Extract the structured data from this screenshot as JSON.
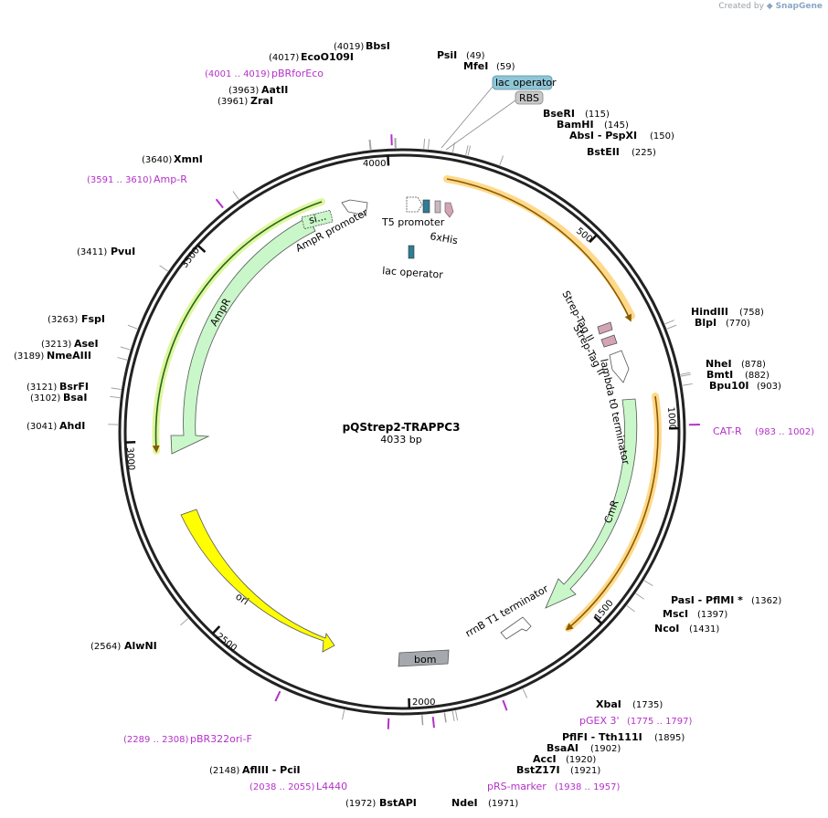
{
  "credit": {
    "prefix": "Created by",
    "brand": "SnapGene"
  },
  "plasmid": {
    "name": "pQStrep2-TRAPPC3",
    "size_label": "4033 bp",
    "length": 4033
  },
  "ticks": [
    {
      "bp": 500,
      "label": "500"
    },
    {
      "bp": 1000,
      "label": "1000"
    },
    {
      "bp": 1500,
      "label": "1500"
    },
    {
      "bp": 2000,
      "label": "2000"
    },
    {
      "bp": 2500,
      "label": "2500"
    },
    {
      "bp": 3000,
      "label": "3000"
    },
    {
      "bp": 3500,
      "label": "3500"
    },
    {
      "bp": 4000,
      "label": "4000"
    }
  ],
  "enzymes": [
    {
      "name": "BbsI",
      "pos": "(4019)",
      "bp": 4019
    },
    {
      "name": "EcoO109I",
      "pos": "(4017)",
      "bp": 4017
    },
    {
      "name": "AatII",
      "pos": "(3963)",
      "bp": 3963
    },
    {
      "name": "ZraI",
      "pos": "(3961)",
      "bp": 3961
    },
    {
      "name": "XmnI",
      "pos": "(3640)",
      "bp": 3640
    },
    {
      "name": "PvuI",
      "pos": "(3411)",
      "bp": 3411
    },
    {
      "name": "FspI",
      "pos": "(3263)",
      "bp": 3263
    },
    {
      "name": "AseI",
      "pos": "(3213)",
      "bp": 3213
    },
    {
      "name": "NmeAIII",
      "pos": "(3189)",
      "bp": 3189
    },
    {
      "name": "BsrFI",
      "pos": "(3121)",
      "bp": 3121
    },
    {
      "name": "BsaI",
      "pos": "(3102)",
      "bp": 3102
    },
    {
      "name": "AhdI",
      "pos": "(3041)",
      "bp": 3041
    },
    {
      "name": "AlwNI",
      "pos": "(2564)",
      "bp": 2564
    },
    {
      "name": "AflIII - PciI",
      "pos": "(2148)",
      "bp": 2148
    },
    {
      "name": "BstAPI",
      "pos": "(1972)",
      "bp": 1972
    },
    {
      "name": "NdeI",
      "pos": "(1971)",
      "bp": 1971
    },
    {
      "name": "BstZ17I",
      "pos": "(1921)",
      "bp": 1921
    },
    {
      "name": "AccI",
      "pos": "(1920)",
      "bp": 1920
    },
    {
      "name": "BsaAI",
      "pos": "(1902)",
      "bp": 1902
    },
    {
      "name": "PflFI - Tth111I",
      "pos": "(1895)",
      "bp": 1895
    },
    {
      "name": "XbaI",
      "pos": "(1735)",
      "bp": 1735
    },
    {
      "name": "NcoI",
      "pos": "(1431)",
      "bp": 1431
    },
    {
      "name": "MscI",
      "pos": "(1397)",
      "bp": 1397
    },
    {
      "name": "PasI - PflMI *",
      "pos": "(1362)",
      "bp": 1362
    },
    {
      "name": "Bpu10I",
      "pos": "(903)",
      "bp": 903
    },
    {
      "name": "BmtI",
      "pos": "(882)",
      "bp": 882
    },
    {
      "name": "NheI",
      "pos": "(878)",
      "bp": 878
    },
    {
      "name": "BlpI",
      "pos": "(770)",
      "bp": 770
    },
    {
      "name": "HindIII",
      "pos": "(758)",
      "bp": 758
    },
    {
      "name": "BstEII",
      "pos": "(225)",
      "bp": 225
    },
    {
      "name": "AbsI - PspXI",
      "pos": "(150)",
      "bp": 150
    },
    {
      "name": "BamHI",
      "pos": "(145)",
      "bp": 145
    },
    {
      "name": "BseRI",
      "pos": "(115)",
      "bp": 115
    },
    {
      "name": "MfeI",
      "pos": "(59)",
      "bp": 59
    },
    {
      "name": "PsiI",
      "pos": "(49)",
      "bp": 49
    }
  ],
  "primers": [
    {
      "name": "pBRforEco",
      "range": "(4001 .. 4019)",
      "start": 4001,
      "end": 4019
    },
    {
      "name": "Amp-R",
      "range": "(3591 .. 3610)",
      "start": 3591,
      "end": 3610
    },
    {
      "name": "CAT-R",
      "range": "(983 .. 1002)",
      "start": 983,
      "end": 1002
    },
    {
      "name": "pGEX 3'",
      "range": "(1775 .. 1797)",
      "start": 1775,
      "end": 1797
    },
    {
      "name": "pRS-marker",
      "range": "(1938 .. 1957)",
      "start": 1938,
      "end": 1957
    },
    {
      "name": "L4440",
      "range": "(2038 .. 2055)",
      "start": 2038,
      "end": 2055
    },
    {
      "name": "pBR322ori-F",
      "range": "(2289 .. 2308)",
      "start": 2289,
      "end": 2308
    }
  ],
  "badges": [
    {
      "name": "lac operator",
      "color": "#8fc6d6"
    },
    {
      "name": "RBS",
      "color": "#c8c8c8"
    }
  ],
  "features": [
    {
      "name": "AmpR",
      "color": "#c9f7c9"
    },
    {
      "name": "AmpR promoter",
      "color": "#ffffff"
    },
    {
      "name": "si...",
      "color": "#c9f7c9"
    },
    {
      "name": "ori",
      "color": "#ffff00"
    },
    {
      "name": "bom",
      "color": "#a5a9ad"
    },
    {
      "name": "rrnB T1 terminator",
      "color": "#ffffff"
    },
    {
      "name": "CmR",
      "color": "#c9f7c9"
    },
    {
      "name": "lambda t0 terminator",
      "color": "#ffffff"
    },
    {
      "name": "Strep-Tag II",
      "color": "#d4a3b6"
    },
    {
      "name": "Strep-Tag II",
      "color": "#d4a3b6"
    },
    {
      "name": "T5 promoter",
      "color": "#ffffff"
    },
    {
      "name": "6xHis",
      "color": "#d4a3b6"
    },
    {
      "name": "lac operator",
      "color": "#2f7d95"
    }
  ],
  "colors": {
    "backbone": "#222222",
    "primer": "#b432c8",
    "orf_highlight": "#ffcc66",
    "orf_arrow": "#8a5a00"
  }
}
